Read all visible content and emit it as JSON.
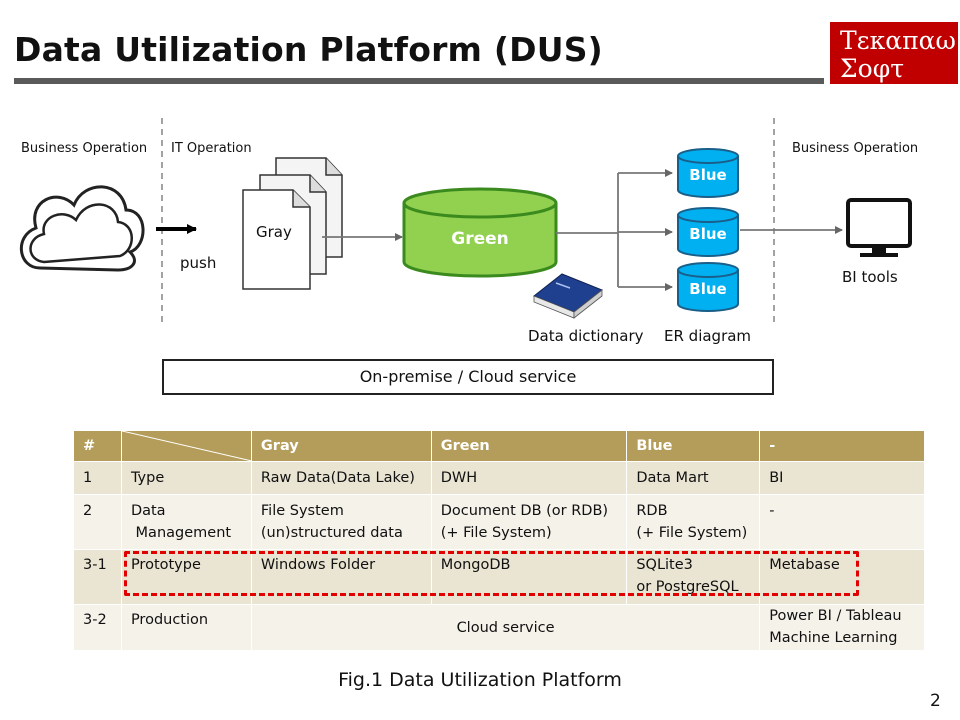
{
  "title": "Data Utilization Platform (DUS)",
  "logo": {
    "line1": "Τεκαπαω",
    "line2": "Σοφτ"
  },
  "diagram": {
    "left_zone": "Business Operation",
    "middle_zone": "IT Operation",
    "right_zone": "Business Operation",
    "push_label": "push",
    "gray_label": "Gray",
    "green_label": "Green",
    "blue_labels": [
      "Blue",
      "Blue",
      "Blue"
    ],
    "data_dictionary_label": "Data dictionary",
    "er_diagram_label": "ER diagram",
    "bi_tools_label": "BI tools",
    "platform_label": "On-premise / Cloud service",
    "colors": {
      "gray": "#ffffff",
      "green": "#92d050",
      "green_border": "#3a8a1e",
      "blue": "#00b0f0",
      "blue_border": "#1a5f8a"
    }
  },
  "table": {
    "headers": [
      "#",
      "",
      "Gray",
      "Green",
      "Blue",
      "-"
    ],
    "rows": [
      {
        "num": "1",
        "name": "Type",
        "gray": "Raw Data(Data Lake)",
        "green": "DWH",
        "blue": "Data Mart",
        "other": "BI"
      },
      {
        "num": "2",
        "name": [
          "Data",
          " Management"
        ],
        "gray": [
          "File System",
          "(un)structured data"
        ],
        "green": [
          "Document DB (or RDB)",
          "(+ File System)"
        ],
        "blue": [
          "RDB",
          "(+ File System)"
        ],
        "other": "-"
      },
      {
        "num": "3-1",
        "name": "Prototype",
        "gray": "Windows Folder",
        "green": "MongoDB",
        "blue": [
          "SQLite3",
          "or PostgreSQL"
        ],
        "other": "Metabase"
      },
      {
        "num": "3-2",
        "name": "Production",
        "merged": "Cloud service",
        "other": [
          "Power BI / Tableau",
          "Machine Learning"
        ]
      }
    ],
    "colors": {
      "header": "#b49d5a",
      "row_odd": "#eae4d2",
      "row_even": "#f5f2ea",
      "highlight": "#e00000"
    }
  },
  "caption": "Fig.1 Data Utilization Platform",
  "page_number": "2"
}
